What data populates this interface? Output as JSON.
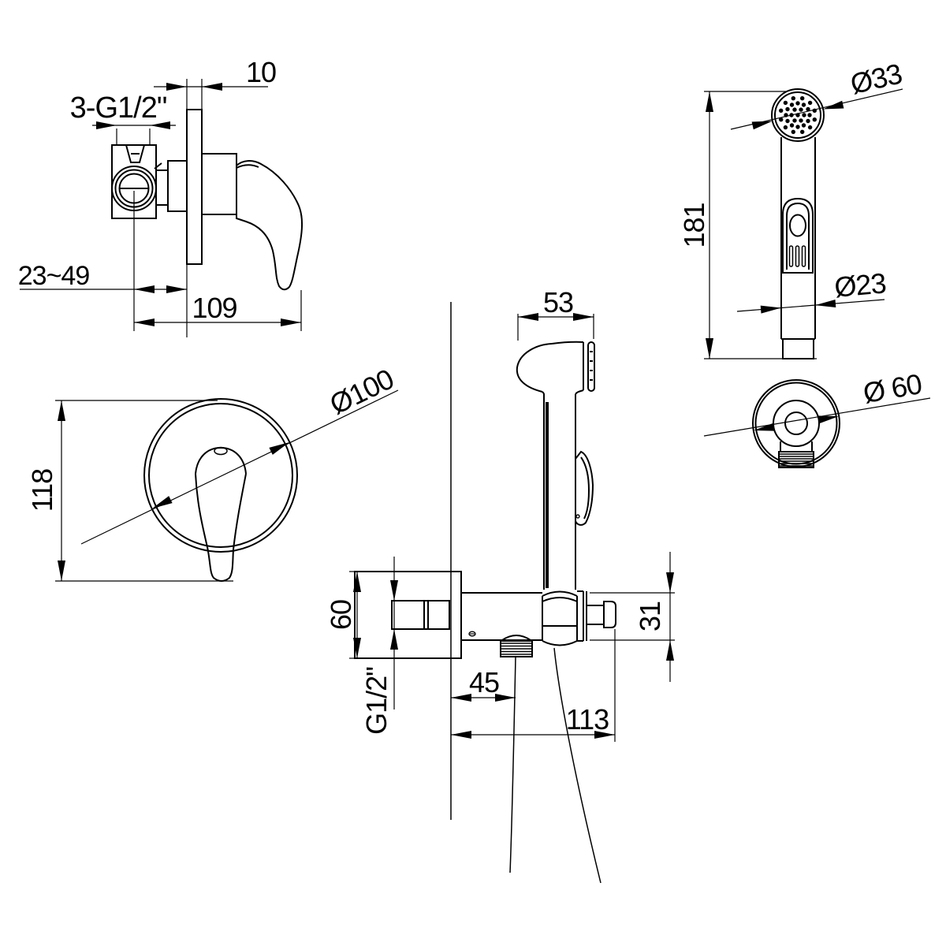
{
  "views": {
    "mixer_side": {
      "dims": {
        "plate_thickness": "10",
        "thread_ports": "3-G1/2\"",
        "mount_depth_range": "23~49",
        "overall_depth": "109"
      }
    },
    "handshower_front": {
      "dims": {
        "head_diameter": "Ø33",
        "length": "181",
        "handle_diameter": "Ø23"
      }
    },
    "mixer_front": {
      "dims": {
        "plate_diameter": "Ø100",
        "height": "118"
      }
    },
    "wall_outlet_front": {
      "dims": {
        "diameter": "Ø 60"
      }
    },
    "holder_assembly": {
      "dims": {
        "head_width": "53",
        "body_height": "60",
        "inlet_thread": "G1/2\"",
        "outlet_offset": "45",
        "projection": "113",
        "arm_height": "31"
      }
    }
  }
}
